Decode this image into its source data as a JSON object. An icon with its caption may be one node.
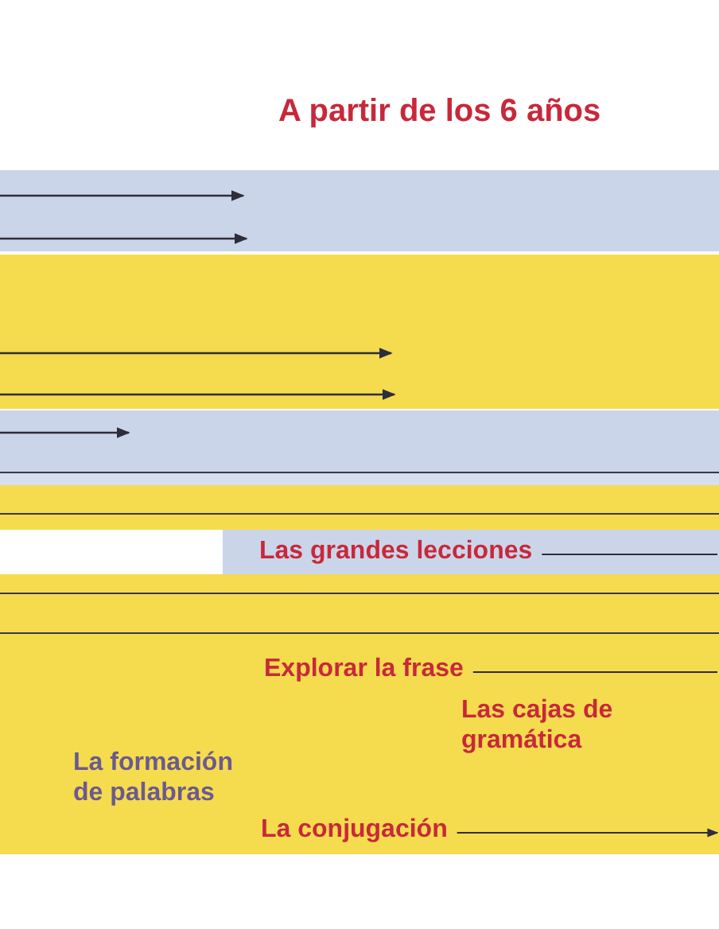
{
  "diagram": {
    "title": "A partir de los 6 años",
    "nodes": [
      {
        "text": [
          "Las grandes lecciones"
        ]
      },
      {
        "text": [
          "Explorar la frase"
        ]
      },
      {
        "text": [
          "La conjugación"
        ]
      }
    ],
    "edges": [
      {
        "from": 0,
        "to": null,
        "arrow": "none"
      },
      {
        "from": 1,
        "to": null,
        "arrow": "none"
      },
      {
        "from": 2,
        "to": null,
        "arrow": "to"
      }
    ],
    "labels": [
      "Las cajas de gramática",
      "La formación de palabras"
    ]
  }
}
